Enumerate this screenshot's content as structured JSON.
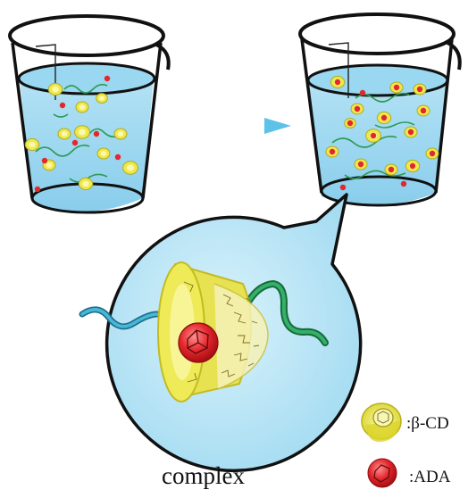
{
  "labels": {
    "complex": "complex",
    "beta_cd": ":β-CD",
    "ada": ":ADA"
  },
  "colors": {
    "water": "#8fd3ee",
    "water_dark": "#55b7e0",
    "beaker_stroke": "#111111",
    "cd_yellow": "#ece94a",
    "cd_dark": "#b9b21a",
    "ada_red": "#e3272d",
    "chain_green": "#2c9a55",
    "chain_blue": "#3aa6c8",
    "arrow": "#7fd3ee"
  }
}
